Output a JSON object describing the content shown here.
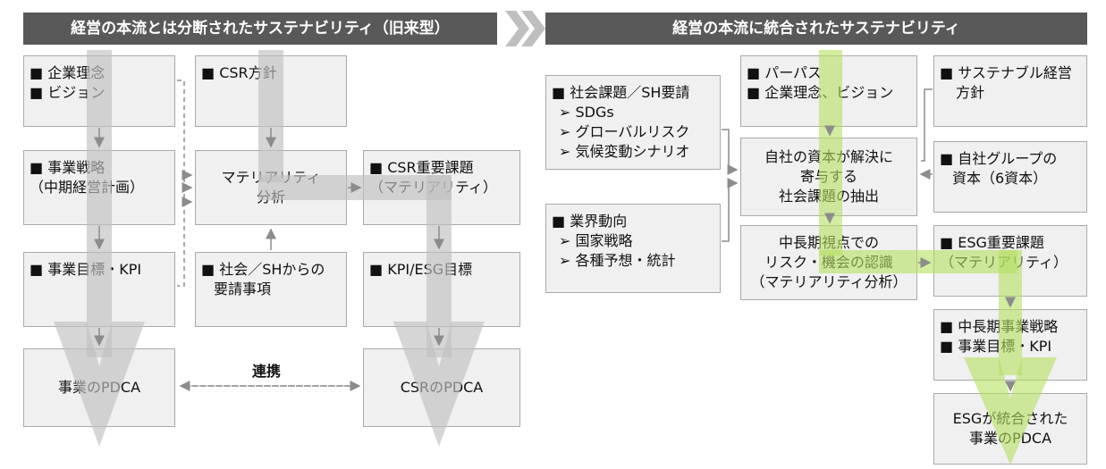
{
  "headers": {
    "left": "経営の本流とは分断されたサステナビリティ（旧来型）",
    "right": "経営の本流に統合されたサステナビリティ"
  },
  "left": {
    "philosophy": [
      "■ 企業理念",
      "■ ビジョン"
    ],
    "strategy": [
      "■ 事業戦略",
      "（中期経営計画）"
    ],
    "targets": [
      "■ 事業目標・KPI"
    ],
    "pdca": "事業のPDCA",
    "csr_policy": [
      "■ CSR方針"
    ],
    "materiality_analysis": [
      "マテリアリティ",
      "分析"
    ],
    "stakeholder_requests": [
      "■ 社会／SHからの",
      "要請事項"
    ],
    "csr_issues": [
      "■ CSR重要課題",
      "（マテリアリティ）"
    ],
    "kpi_esg": [
      "■ KPI/ESG目標"
    ],
    "csr_pdca": "CSRのPDCA",
    "link_label": "連携"
  },
  "right": {
    "social_issues": {
      "title": "■ 社会課題／SH要請",
      "items": [
        "➢ SDGs",
        "➢ グローバルリスク",
        "➢ 気候変動シナリオ"
      ]
    },
    "industry": {
      "title": "■ 業界動向",
      "items": [
        "➢ 国家戦略",
        "➢ 各種予想・統計"
      ]
    },
    "purpose": [
      "■ パーパス",
      "■ 企業理念、ビジョン"
    ],
    "sustainability_policy": [
      "■ サステナブル経営",
      "方針"
    ],
    "extraction": [
      "自社の資本が解決に",
      "寄与する",
      "社会課題の抽出"
    ],
    "group_capital": [
      "■ 自社グループの",
      "資本（6資本）"
    ],
    "risk_recognition": [
      "中長期視点での",
      "リスク・機会の認識",
      "（マテリアリティ分析）"
    ],
    "esg_issues": [
      "■ ESG重要課題",
      "（マテリアリティ）"
    ],
    "mid_strategy": [
      "■ 中長期事業戦略",
      "■ 事業目標・KPI"
    ],
    "esg_pdca": [
      "ESGが統合された",
      "事業のPDCA"
    ]
  },
  "colors": {
    "header_bg": "#595959",
    "box_bg": "#f0f0f0",
    "gray_flow": "#c8c8c8",
    "green_flow": "#c6e98a",
    "chevron": "#bfbfbf",
    "connector": "#8c8c8c"
  }
}
